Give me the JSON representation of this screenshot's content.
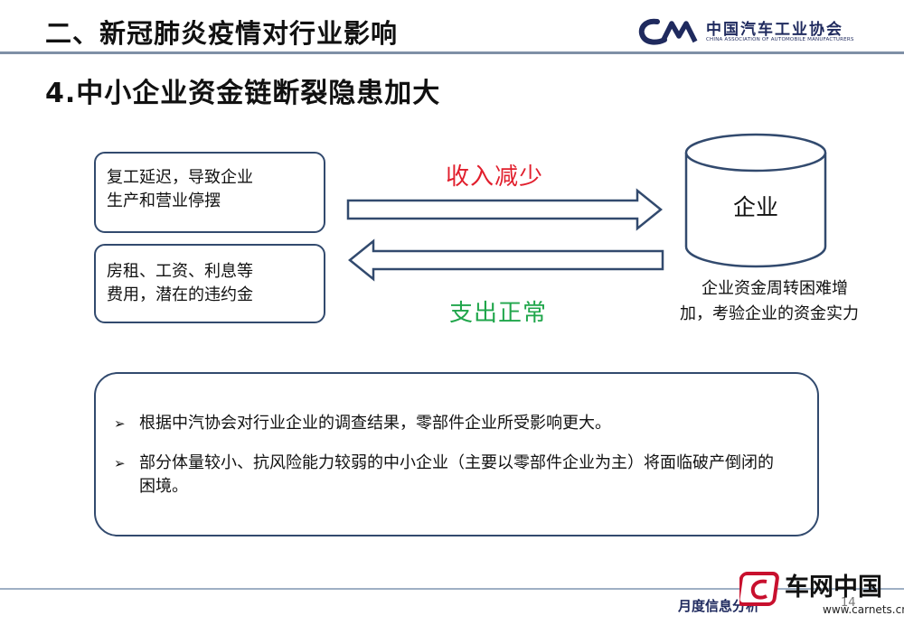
{
  "header": {
    "title": "二、新冠肺炎疫情对行业影响",
    "logo_cn": "中国汽车工业协会",
    "logo_en": "CHINA ASSOCIATION OF AUTOMOBILE MANUFACTURERS"
  },
  "subtitle": "4.中小企业资金链断裂隐患加大",
  "diagram": {
    "box_top_lines": [
      "复工延迟，导致企业",
      "生产和营业停摆"
    ],
    "box_bottom_lines": [
      "房租、工资、利息等",
      "费用，潜在的违约金"
    ],
    "arrow_right_label": "收入减少",
    "arrow_left_label": "支出正常",
    "enterprise_label": "企业",
    "enterprise_note": "企业资金周转困难增加，考验企业的资金实力"
  },
  "summary": {
    "bullet_symbol": "➢",
    "bullets": [
      "根据中汽协会对行业企业的调查结果，零部件企业所受影响更大。",
      "部分体量较小、抗风险能力较弱的中小企业（主要以零部件企业为主）将面临破产倒闭的困境。"
    ]
  },
  "footer": {
    "left_text": "月度信息分析",
    "page_number": "14"
  },
  "watermark": {
    "name": "车网中国",
    "url": "www.carnets.cn"
  },
  "colors": {
    "border": "#324a6e",
    "income_red": "#e11e2c",
    "expense_green": "#20a64b",
    "logo_navy": "#1f2a5e"
  }
}
